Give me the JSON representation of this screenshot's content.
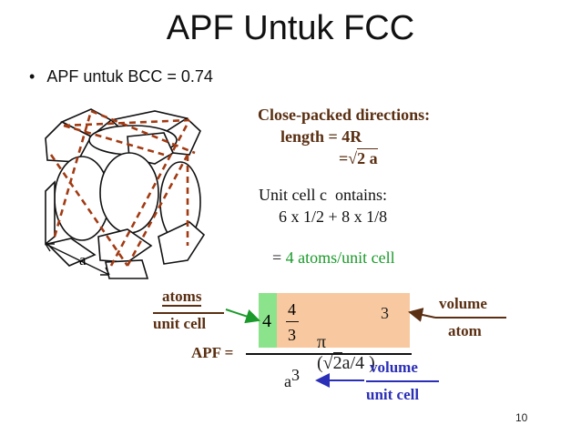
{
  "slide": {
    "title": "APF Untuk FCC",
    "bullet": "APF untuk BCC = 0.74",
    "page_number": "10"
  },
  "diagram": {
    "lattice_label": "a"
  },
  "directions": {
    "heading": "Close-packed directions:",
    "length_line": "length = 4R",
    "equals_prefix": "=",
    "sqrt_content": "2 a"
  },
  "contents": {
    "line1": "Unit cell c  ontains:",
    "line2": "6 x 1/2 + 8 x 1/8",
    "line3_prefix": "= ",
    "line3_value": "4 atoms/unit cell"
  },
  "apf": {
    "label": "APF =",
    "atoms_label": "atoms",
    "unit_cell_label": "unit cell",
    "green_number": "4",
    "frac_num": "4",
    "frac_den": "3",
    "pi": "π",
    "sqrt_open": "(",
    "sqrt_content": "2",
    "after_sqrt": "a/4 )",
    "exponent": "3",
    "denominator_base": "a",
    "denominator_exp": "3",
    "volume_label_1": "volume",
    "atom_label": "atom",
    "volume_label_2": "volume",
    "unit_cell_label_2": "unit cell"
  },
  "colors": {
    "green_fill": "#8be38b",
    "orange_fill": "#f8c9a0",
    "brown": "#5a2f12",
    "blue": "#2b2fb8",
    "green_text": "#1a9a2a"
  }
}
